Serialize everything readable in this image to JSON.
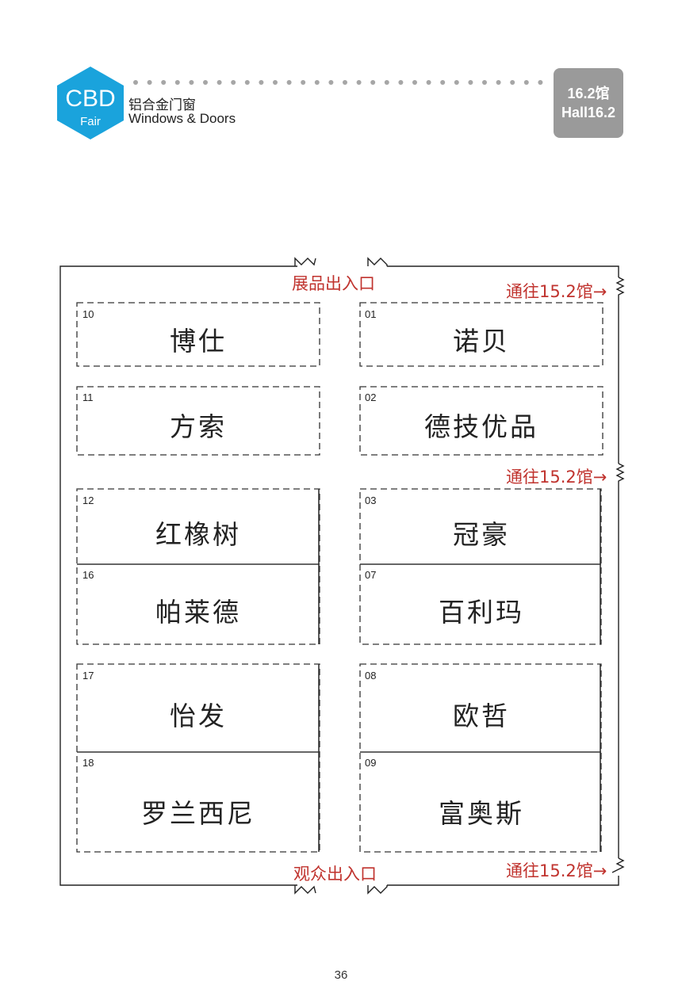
{
  "header": {
    "logo": {
      "main": "CBD",
      "sub": "Fair",
      "color": "#1aa3dc"
    },
    "category_cn": "铝合金门窗",
    "category_en": "Windows & Doors",
    "hall_cn": "16.2馆",
    "hall_en": "Hall16.2",
    "badge_color": "#9a9a9a"
  },
  "map": {
    "entrances": {
      "top": "展品出入口",
      "bottom": "观众出入口"
    },
    "to_hall_label": "通往15.2馆→",
    "booths": [
      {
        "number": "10",
        "name": "博仕"
      },
      {
        "number": "01",
        "name": "诺贝"
      },
      {
        "number": "11",
        "name": "方索"
      },
      {
        "number": "02",
        "name": "德技优品"
      },
      {
        "number": "12",
        "name": "红橡树"
      },
      {
        "number": "03",
        "name": "冠豪"
      },
      {
        "number": "16",
        "name": "帕莱德"
      },
      {
        "number": "07",
        "name": "百利玛"
      },
      {
        "number": "17",
        "name": "怡发"
      },
      {
        "number": "08",
        "name": "欧哲"
      },
      {
        "number": "18",
        "name": "罗兰西尼"
      },
      {
        "number": "09",
        "name": "富奥斯"
      }
    ],
    "label_color": "#c0332e"
  },
  "footer": {
    "page_number": "36"
  }
}
